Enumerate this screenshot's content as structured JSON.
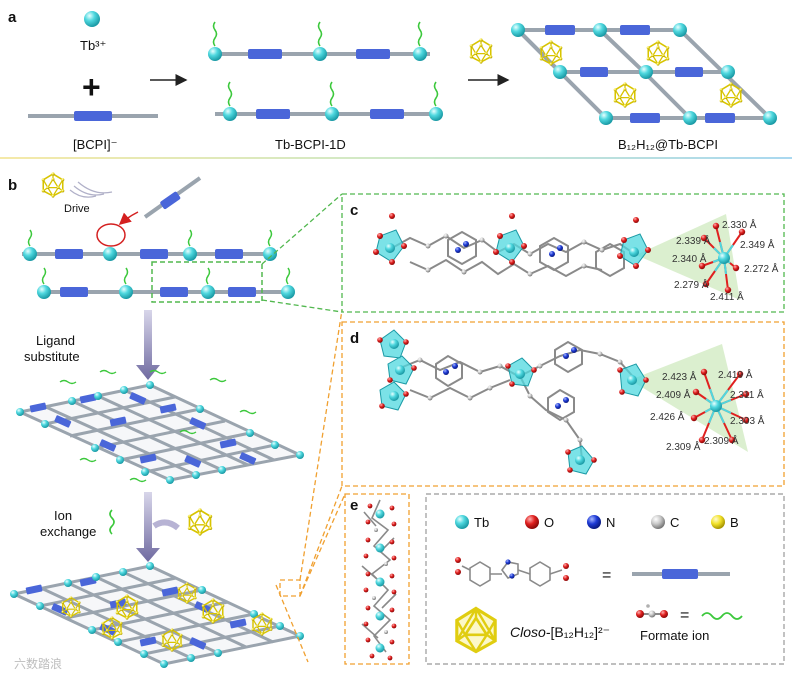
{
  "panel_labels": {
    "a": "a",
    "b": "b",
    "c": "c",
    "d": "d",
    "e": "e"
  },
  "panel_a": {
    "tb_ion": "Tb³⁺",
    "plus": "+",
    "ligand_label": "[BCPI]⁻",
    "tb_1d_label": "Tb-BCPI-1D",
    "product_label": "B₁₂H₁₂@Tb-BCPI"
  },
  "panel_b": {
    "drive": "Drive",
    "ligand_substitute_line1": "Ligand",
    "ligand_substitute_line2": "substitute",
    "ion_exchange_line1": "Ion",
    "ion_exchange_line2": "exchange"
  },
  "panel_c": {
    "bonds": [
      "2.330 Å",
      "2.339 Å",
      "2.349 Å",
      "2.340 Å",
      "2.272 Å",
      "2.279 Å",
      "2.411 Å"
    ]
  },
  "panel_d": {
    "bonds": [
      "2.423 Å",
      "2.419 Å",
      "2.409 Å",
      "2.311 Å",
      "2.426 Å",
      "2.303 Å",
      "2.309 Å",
      "2.309 Å"
    ]
  },
  "legend": {
    "tb": "Tb",
    "o": "O",
    "n": "N",
    "c": "C",
    "b": "B",
    "equals": "=",
    "closo_prefix": "Closo-",
    "closo_formula": "[B₁₂H₁₂]²⁻",
    "formate": "Formate ion"
  },
  "watermark": "六数踏浪",
  "colors": {
    "tb": "#4fd8df",
    "o": "#e0201f",
    "n": "#1e3bd6",
    "c": "#c8c8c8",
    "b": "#f2e22a",
    "linker": "#4a66d9",
    "rod": "#9aa4ae",
    "formate": "#3cc83c",
    "green_dash": "#52b84f",
    "orange_dash": "#f0a030"
  }
}
